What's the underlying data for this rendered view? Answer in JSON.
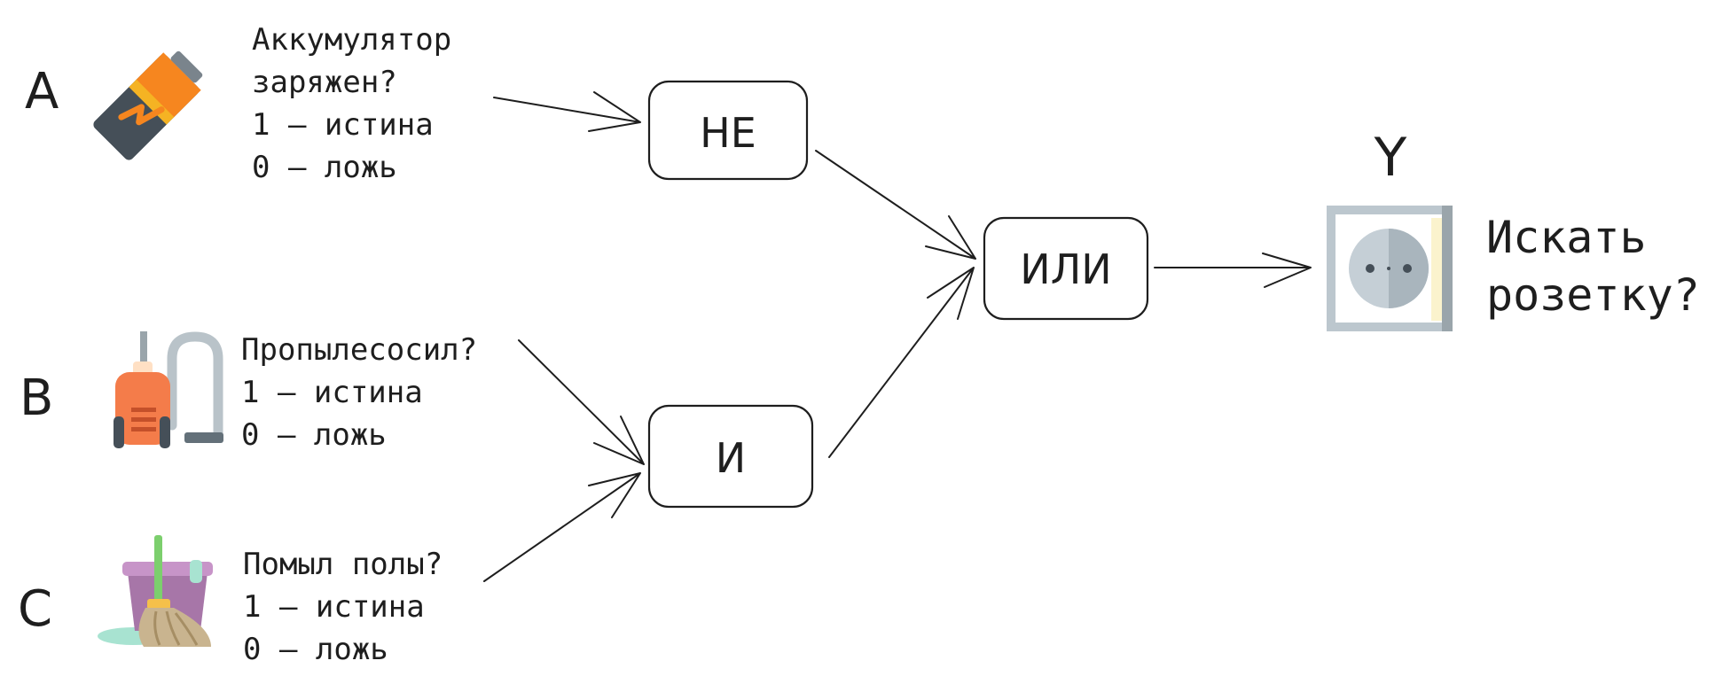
{
  "inputs": [
    {
      "letter": "A",
      "icon": "battery-icon",
      "lines": [
        "Аккумулятор",
        "заряжен?",
        "1 – истина",
        "0 – ложь"
      ]
    },
    {
      "letter": "B",
      "icon": "vacuum-cleaner-icon",
      "lines": [
        "Пропылесосил?",
        "1 – истина",
        "0 – ложь"
      ]
    },
    {
      "letter": "C",
      "icon": "mop-bucket-icon",
      "lines": [
        "Помыл полы?",
        "1 – истина",
        "0 – ложь"
      ]
    }
  ],
  "gates": {
    "not": "НЕ",
    "and": "И",
    "or": "ИЛИ"
  },
  "output": {
    "letter": "Y",
    "icon": "power-socket-icon",
    "lines": [
      "Искать",
      "розетку?"
    ]
  },
  "colors": {
    "stroke": "#1e1e1e",
    "battery_body": "#f6861f",
    "battery_top": "#f5b323",
    "battery_dark": "#454f58",
    "vacuum_body": "#f47c4a",
    "vacuum_pipe": "#b9c3c9",
    "bucket": "#a776a8",
    "bucket_rim": "#c794c8",
    "mop_handle": "#7ccf6d",
    "mop_head": "#c9b48f",
    "water": "#a8e3d1",
    "socket_frame": "#bcc7ce",
    "socket_face": "#c5cfd6",
    "socket_edge": "#fbf3cd"
  }
}
